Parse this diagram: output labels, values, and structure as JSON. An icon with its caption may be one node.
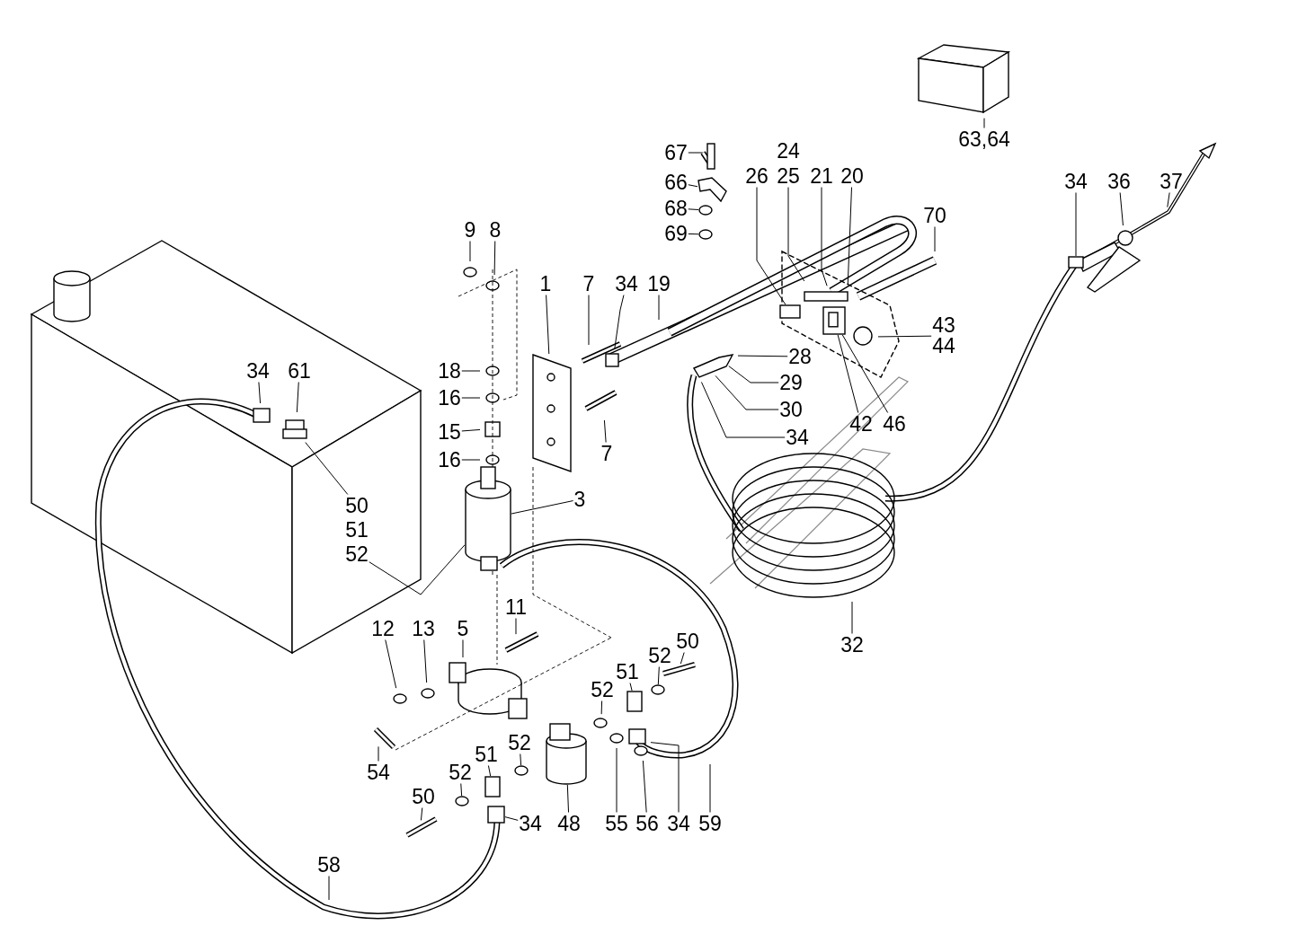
{
  "diagram": {
    "nodes": [
      {
        "text": [
          "63,64"
        ]
      },
      {
        "text": [
          "67"
        ]
      },
      {
        "text": [
          "66"
        ]
      },
      {
        "text": [
          "68"
        ]
      },
      {
        "text": [
          "69"
        ]
      },
      {
        "text": [
          "26"
        ]
      },
      {
        "text": [
          "25"
        ]
      },
      {
        "text": [
          "21"
        ]
      },
      {
        "text": [
          "20"
        ]
      },
      {
        "text": [
          "70"
        ]
      },
      {
        "text": [
          "9"
        ]
      },
      {
        "text": [
          "8"
        ]
      },
      {
        "text": [
          "1"
        ]
      },
      {
        "text": [
          "7"
        ]
      },
      {
        "text": [
          "34"
        ]
      },
      {
        "text": [
          "19"
        ]
      },
      {
        "text": [
          "43",
          "44"
        ]
      },
      {
        "text": [
          "28"
        ]
      },
      {
        "text": [
          "29"
        ]
      },
      {
        "text": [
          "30"
        ]
      },
      {
        "text": [
          "34"
        ]
      },
      {
        "text": [
          "42"
        ]
      },
      {
        "text": [
          "46"
        ]
      },
      {
        "text": [
          "34"
        ]
      },
      {
        "text": [
          "36"
        ]
      },
      {
        "text": [
          "37"
        ]
      },
      {
        "text": [
          "18"
        ]
      },
      {
        "text": [
          "16"
        ]
      },
      {
        "text": [
          "15"
        ]
      },
      {
        "text": [
          "16"
        ]
      },
      {
        "text": [
          "34"
        ]
      },
      {
        "text": [
          "61"
        ]
      },
      {
        "text": [
          "7"
        ]
      },
      {
        "text": [
          "3"
        ]
      },
      {
        "text": [
          "50"
        ]
      },
      {
        "text": [
          "52"
        ]
      },
      {
        "text": [
          "32"
        ]
      },
      {
        "text": [
          "11"
        ]
      },
      {
        "text": [
          "12"
        ]
      },
      {
        "text": [
          "13"
        ]
      },
      {
        "text": [
          "5"
        ]
      },
      {
        "text": [
          "51"
        ]
      },
      {
        "text": [
          "52"
        ]
      },
      {
        "text": [
          "50"
        ]
      },
      {
        "text": [
          "52"
        ]
      },
      {
        "text": [
          "54"
        ]
      },
      {
        "text": [
          "52"
        ]
      },
      {
        "text": [
          "51"
        ]
      },
      {
        "text": [
          "52"
        ]
      },
      {
        "text": [
          "50"
        ]
      },
      {
        "text": [
          "34"
        ]
      },
      {
        "text": [
          "48"
        ]
      },
      {
        "text": [
          "55"
        ]
      },
      {
        "text": [
          "56"
        ]
      },
      {
        "text": [
          "34"
        ]
      },
      {
        "text": [
          "59"
        ]
      },
      {
        "text": [
          "58"
        ]
      },
      {
        "text": [],
        "shape": "box"
      },
      {
        "text": [],
        "shape": "picture"
      },
      {
        "text": [],
        "shape": "circle"
      },
      {
        "text": [],
        "shape": "circle"
      },
      {
        "text": [],
        "shape": "box"
      },
      {
        "text": [],
        "shape": "box"
      },
      {
        "text": [],
        "shape": "box"
      },
      {
        "text": [],
        "shape": "circle"
      },
      {
        "text": [],
        "shape": "picture"
      },
      {
        "text": [],
        "shape": "circle"
      },
      {
        "text": [],
        "shape": "box"
      },
      {
        "text": [],
        "shape": "circle"
      },
      {
        "text": [],
        "shape": "box"
      },
      {
        "text": [],
        "shape": "cylinder"
      },
      {
        "text": [],
        "shape": "cylinder"
      },
      {
        "text": [],
        "shape": "picture"
      }
    ],
    "edges": [
      {
        "from": 0,
        "to": null,
        "arrow": "none"
      },
      {
        "from": 1,
        "to": null,
        "arrow": "none"
      },
      {
        "from": 2,
        "to": 58,
        "arrow": "none"
      },
      {
        "from": 3,
        "to": 59,
        "arrow": "none"
      },
      {
        "from": 4,
        "to": 60,
        "arrow": "none"
      },
      {
        "from": 5,
        "to": 61,
        "arrow": "none"
      },
      {
        "from": 6,
        "to": null,
        "arrow": "none"
      },
      {
        "from": 7,
        "to": null,
        "arrow": "none"
      },
      {
        "from": 8,
        "to": null,
        "arrow": "none"
      },
      {
        "from": 9,
        "to": null,
        "arrow": "none"
      },
      {
        "from": 10,
        "to": null,
        "arrow": "none"
      },
      {
        "from": 11,
        "to": null,
        "arrow": "none"
      },
      {
        "from": 12,
        "to": 72,
        "arrow": "none"
      },
      {
        "from": 13,
        "to": null,
        "arrow": "none"
      },
      {
        "from": 14,
        "to": null,
        "arrow": "none"
      },
      {
        "from": 15,
        "to": null,
        "arrow": "none"
      },
      {
        "from": 16,
        "to": null,
        "arrow": "none"
      },
      {
        "from": 17,
        "to": null,
        "arrow": "none"
      },
      {
        "from": 18,
        "to": null,
        "arrow": "none"
      },
      {
        "from": 19,
        "to": null,
        "arrow": "none"
      },
      {
        "from": 20,
        "to": null,
        "arrow": "none"
      },
      {
        "from": 21,
        "to": 62,
        "arrow": "none"
      },
      {
        "from": 22,
        "to": 62,
        "arrow": "none"
      },
      {
        "from": 23,
        "to": 57,
        "arrow": "none"
      },
      {
        "from": 24,
        "to": null,
        "arrow": "none"
      },
      {
        "from": 25,
        "to": null,
        "arrow": "none"
      },
      {
        "from": 26,
        "to": null,
        "arrow": "none"
      },
      {
        "from": 27,
        "to": null,
        "arrow": "none"
      },
      {
        "from": 28,
        "to": null,
        "arrow": "none"
      },
      {
        "from": 29,
        "to": null,
        "arrow": "none"
      },
      {
        "from": 30,
        "to": null,
        "arrow": "none"
      },
      {
        "from": 31,
        "to": null,
        "arrow": "none"
      },
      {
        "from": 32,
        "to": null,
        "arrow": "none"
      },
      {
        "from": 33,
        "to": 70,
        "arrow": "none"
      },
      {
        "from": 34,
        "to": null,
        "arrow": "none"
      },
      {
        "from": 35,
        "to": 70,
        "arrow": "none"
      },
      {
        "from": 36,
        "to": null,
        "arrow": "none"
      },
      {
        "from": 37,
        "to": null,
        "arrow": "none"
      },
      {
        "from": 38,
        "to": null,
        "arrow": "none"
      },
      {
        "from": 39,
        "to": null,
        "arrow": "none"
      },
      {
        "from": 40,
        "to": null,
        "arrow": "none"
      },
      {
        "from": 41,
        "to": 63,
        "arrow": "none"
      },
      {
        "from": 42,
        "to": 64,
        "arrow": "none"
      },
      {
        "from": 43,
        "to": 65,
        "arrow": "none"
      },
      {
        "from": 44,
        "to": null,
        "arrow": "none"
      },
      {
        "from": 45,
        "to": null,
        "arrow": "none"
      },
      {
        "from": 46,
        "to": 66,
        "arrow": "none"
      },
      {
        "from": 47,
        "to": 67,
        "arrow": "none"
      },
      {
        "from": 48,
        "to": 68,
        "arrow": "none"
      },
      {
        "from": 49,
        "to": null,
        "arrow": "none"
      },
      {
        "from": 50,
        "to": 69,
        "arrow": "none"
      },
      {
        "from": 51,
        "to": 71,
        "arrow": "none"
      },
      {
        "from": 52,
        "to": null,
        "arrow": "none"
      },
      {
        "from": 53,
        "to": null,
        "arrow": "none"
      },
      {
        "from": 54,
        "to": null,
        "arrow": "none"
      },
      {
        "from": 55,
        "to": null,
        "arrow": "none"
      },
      {
        "from": 56,
        "to": null,
        "arrow": "none"
      }
    ],
    "labels": [
      "24",
      "51"
    ]
  }
}
